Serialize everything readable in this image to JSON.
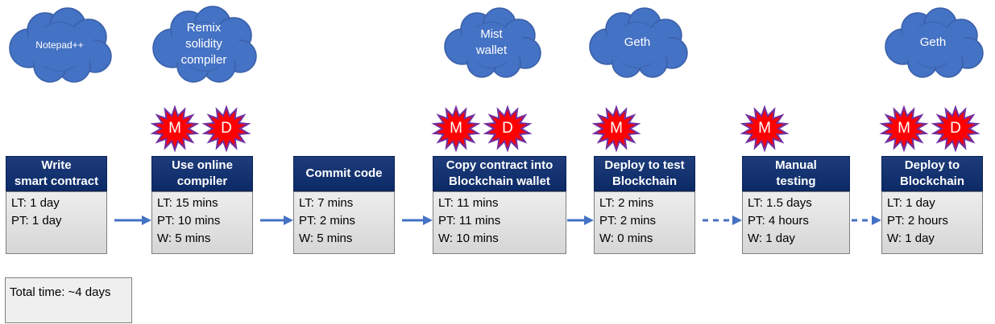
{
  "clouds": [
    {
      "id": "notepad",
      "label": "Notepad++"
    },
    {
      "id": "remix",
      "label": "Remix\nsolidity\ncompiler"
    },
    {
      "id": "mist",
      "label": "Mist\nwallet"
    },
    {
      "id": "geth1",
      "label": "Geth"
    },
    {
      "id": "geth2",
      "label": "Geth"
    }
  ],
  "steps": [
    {
      "title": "Write\nsmart contract",
      "metrics": [
        "LT: 1 day",
        "PT: 1 day"
      ]
    },
    {
      "title": "Use online\ncompiler",
      "metrics": [
        "LT: 15 mins",
        "PT: 10 mins",
        "W: 5 mins"
      ]
    },
    {
      "title": "Commit code",
      "metrics": [
        "LT: 7 mins",
        "PT: 2 mins",
        "W: 5 mins"
      ]
    },
    {
      "title": "Copy contract into\nBlockchain wallet",
      "metrics": [
        "LT: 11 mins",
        "PT: 11 mins",
        "W: 10 mins"
      ]
    },
    {
      "title": "Deploy to test\nBlockchain",
      "metrics": [
        "LT: 2 mins",
        "PT: 2 mins",
        "W: 0 mins"
      ]
    },
    {
      "title": "Manual\ntesting",
      "metrics": [
        "LT: 1.5 days",
        "PT: 4 hours",
        "W: 1 day"
      ]
    },
    {
      "title": "Deploy to\nBlockchain",
      "metrics": [
        "LT: 1 day",
        "PT: 2 hours",
        "W: 1 day"
      ]
    }
  ],
  "bursts": [
    {
      "label": "M"
    },
    {
      "label": "D"
    },
    {
      "label": "M"
    },
    {
      "label": "D"
    },
    {
      "label": "M"
    },
    {
      "label": "M"
    },
    {
      "label": "M"
    },
    {
      "label": "D"
    }
  ],
  "total": {
    "label": "Total time: ~4 days"
  },
  "colors": {
    "cloud": "#4472c4",
    "header": "#0b2a66",
    "burst": "#ff0000",
    "burst_outline": "#7030a0",
    "arrow": "#4472c4"
  }
}
